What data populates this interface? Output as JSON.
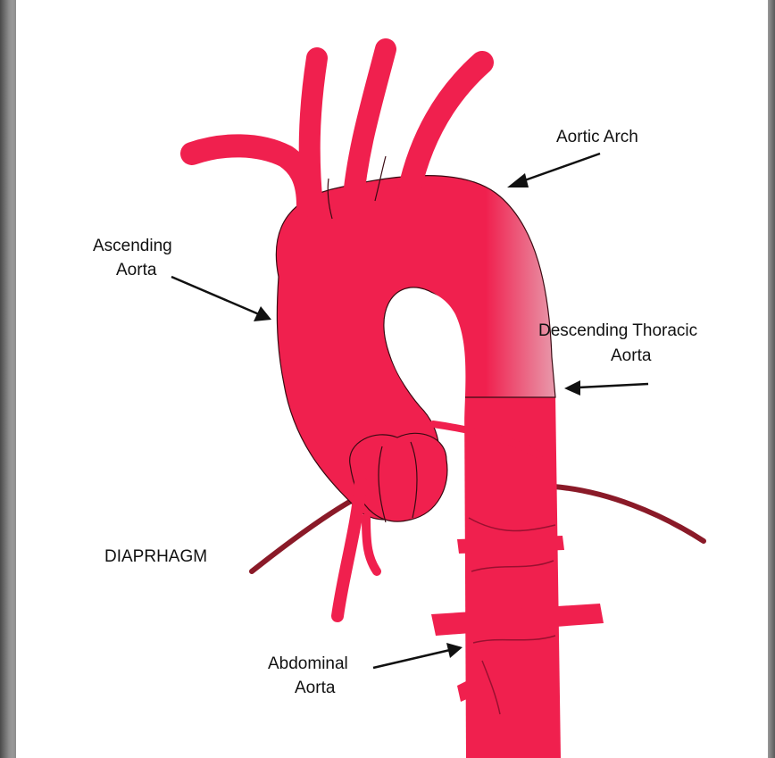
{
  "labels": {
    "aortic_arch": "Aortic Arch",
    "ascending_line1": "Ascending",
    "ascending_line2": "Aorta",
    "descending_line1": "Descending Thoracic",
    "descending_line2": "Aorta",
    "diaphragm": "DIAPRHAGM",
    "abdominal_line1": "Abdominal",
    "abdominal_line2": "Aorta"
  },
  "colors": {
    "aorta": "#f0204e",
    "aorta_shade": "#e8d6dc",
    "diaphragm": "#8a1a28",
    "outline": "#3a0a12",
    "arrow": "#111111"
  }
}
